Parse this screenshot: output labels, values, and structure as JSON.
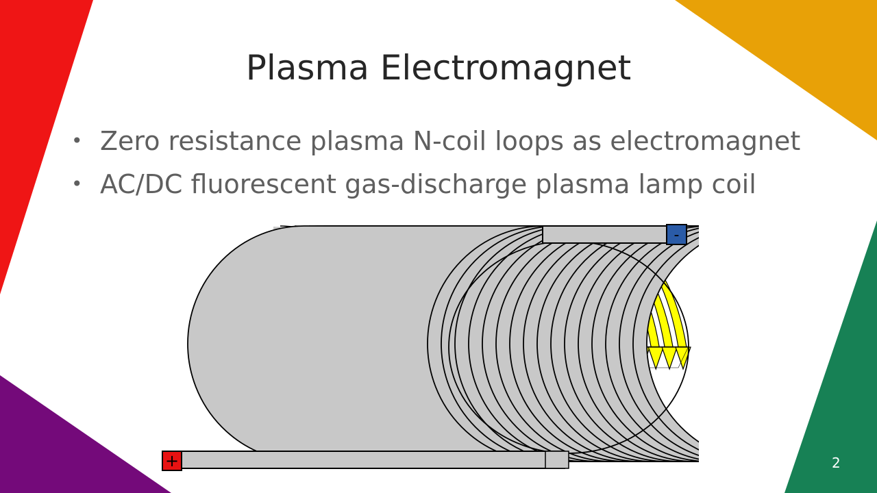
{
  "slide": {
    "title": "Plasma Electromagnet",
    "bullets": [
      "Zero resistance plasma N-coil loops as electromagnet",
      "AC/DC fluorescent gas-discharge plasma lamp coil"
    ],
    "page_number": "2"
  },
  "diagram": {
    "negative_terminal_label": "-",
    "positive_terminal_label": "+"
  },
  "colors": {
    "red": "#ef1515",
    "orange": "#e8a107",
    "purple": "#740a7a",
    "green": "#178155",
    "coil": "#c8c8c8",
    "field": "#ffff00",
    "negative_terminal": "#2a5ba7",
    "positive_terminal": "#e81212"
  },
  "icons": {
    "bullet": "bullet-dot",
    "field_arrows": "field-arrow-icon"
  }
}
